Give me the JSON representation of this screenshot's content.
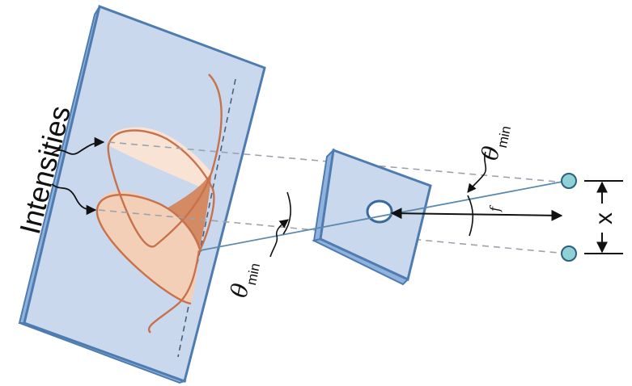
{
  "labels": {
    "intensities": "Intensities",
    "theta": "θ",
    "min": "min",
    "focal": "f",
    "separation": "x"
  },
  "colors": {
    "panel_face": "#c9d8ec",
    "panel_edge": "#4e7bb0",
    "panel_side": "#8fb3dc",
    "curve": "#c8724c",
    "fill_light": "#f6dccb",
    "fill_overlap": "#d48a62",
    "source_dot": "#8ed1d6",
    "ray": "#5a8aaf",
    "dashed": "#9aa3ad"
  },
  "icons": {
    "source": "light-source-dot",
    "aperture": "circular-aperture"
  }
}
